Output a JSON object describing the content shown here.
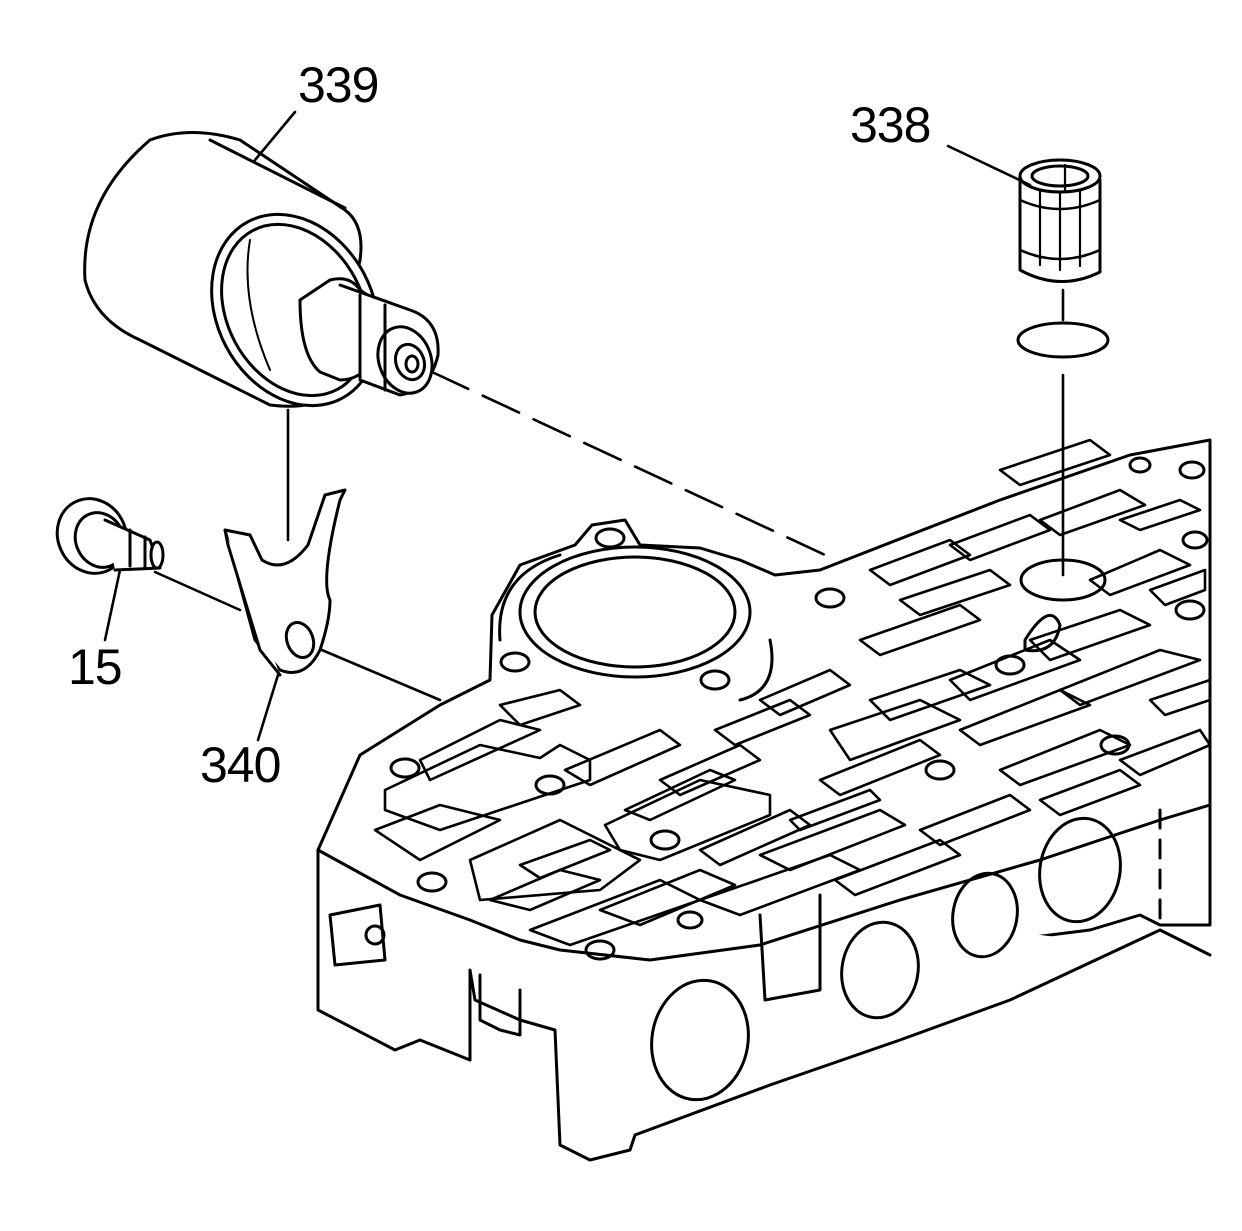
{
  "callouts": {
    "solenoid": "339",
    "filter": "338",
    "bolt": "15",
    "bracket": "340"
  },
  "colors": {
    "ink": "#000000",
    "paper": "#ffffff"
  }
}
